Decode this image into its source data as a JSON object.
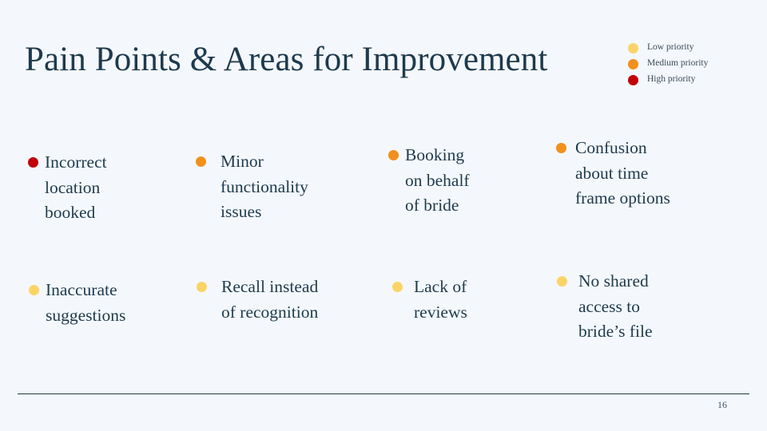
{
  "slide": {
    "title": "Pain Points & Areas for Improvement",
    "page_number": "16",
    "background_color": "#f4f8fc",
    "text_color": "#1e3a4d"
  },
  "legend": {
    "items": [
      {
        "label": "Low priority",
        "color": "#FBD467"
      },
      {
        "label": "Medium priority",
        "color": "#F2901C"
      },
      {
        "label": "High priority",
        "color": "#C10008"
      }
    ]
  },
  "items": [
    {
      "text": "Incorrect\nlocation\nbooked",
      "priority": "High priority",
      "color": "#C10008"
    },
    {
      "text": "Minor\nfunctionality\nissues",
      "priority": "Medium priority",
      "color": "#F2901C"
    },
    {
      "text": "Booking\non behalf\nof bride",
      "priority": "Medium priority",
      "color": "#F2901C"
    },
    {
      "text": "Confusion\nabout time\nframe options",
      "priority": "Medium priority",
      "color": "#F2901C"
    },
    {
      "text": "Inaccurate\nsuggestions",
      "priority": "Low priority",
      "color": "#FBD467"
    },
    {
      "text": "Recall instead\nof recognition",
      "priority": "Low priority",
      "color": "#FBD467"
    },
    {
      "text": "Lack of\nreviews",
      "priority": "Low priority",
      "color": "#FBD467"
    },
    {
      "text": "No shared\naccess to\nbride’s file",
      "priority": "Low priority",
      "color": "#FBD467"
    }
  ]
}
